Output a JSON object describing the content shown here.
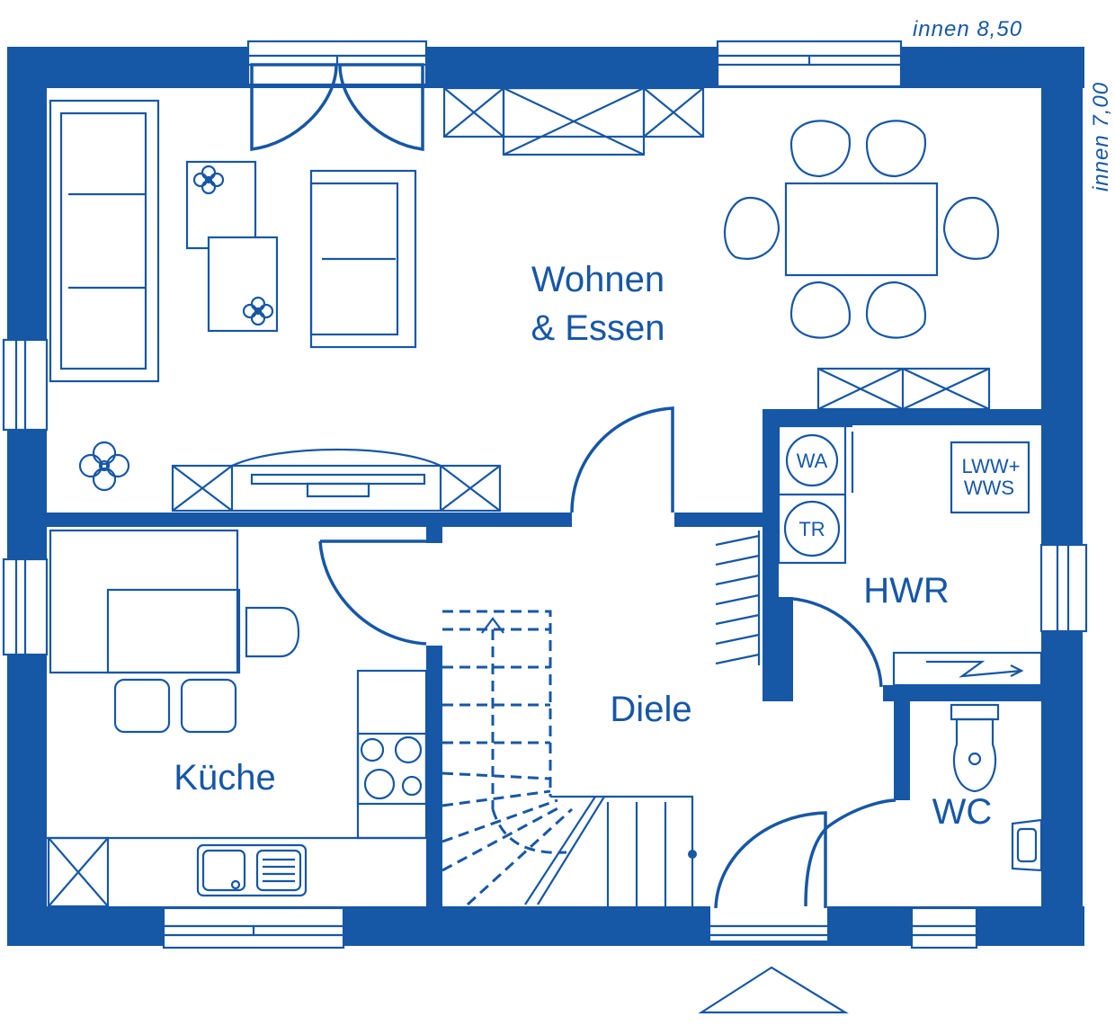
{
  "rooms": {
    "wohnen_line1": "Wohnen",
    "wohnen_line2": "& Essen",
    "kueche": "Küche",
    "diele": "Diele",
    "hwr": "HWR",
    "wc": "WC"
  },
  "appliances": {
    "washer": "WA",
    "dryer": "TR",
    "hvac_line1": "LWW+",
    "hvac_line2": "WWS"
  },
  "dimensions": {
    "width": "innen  8,50",
    "depth": "innen  7,00"
  },
  "colors": {
    "wall": "#1657a6",
    "background": "#ffffff"
  }
}
